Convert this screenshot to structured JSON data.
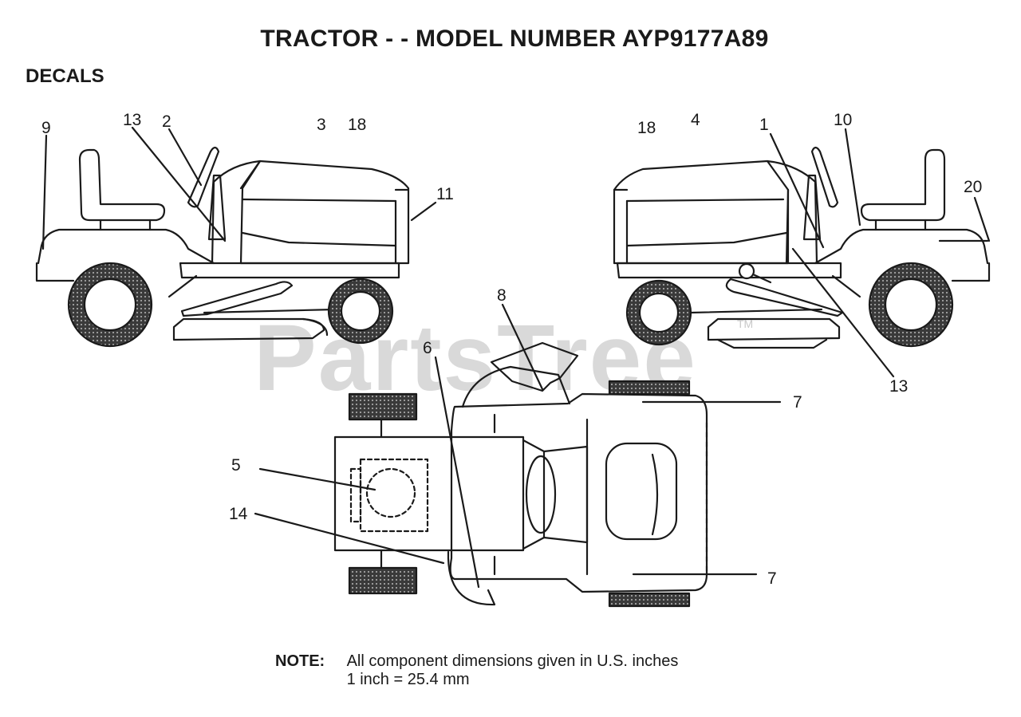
{
  "title": "TRACTOR - - MODEL NUMBER AYP9177A89",
  "section": "DECALS",
  "watermark": "PartsTree",
  "watermark_mark": "TM",
  "callouts": {
    "c9": "9",
    "c13a": "13",
    "c2": "2",
    "c3": "3",
    "c18a": "18",
    "c11": "11",
    "c18b": "18",
    "c4": "4",
    "c1": "1",
    "c10": "10",
    "c20": "20",
    "c13b": "13",
    "c8": "8",
    "c6": "6",
    "c7a": "7",
    "c5": "5",
    "c14": "14",
    "c7b": "7"
  },
  "note": {
    "label": "NOTE:",
    "line1": "All component dimensions given in U.S. inches",
    "line2": "1 inch = 25.4 mm"
  },
  "colors": {
    "ink": "#1a1a1a",
    "tire": "#555555",
    "watermark": "#d9d9d9"
  }
}
